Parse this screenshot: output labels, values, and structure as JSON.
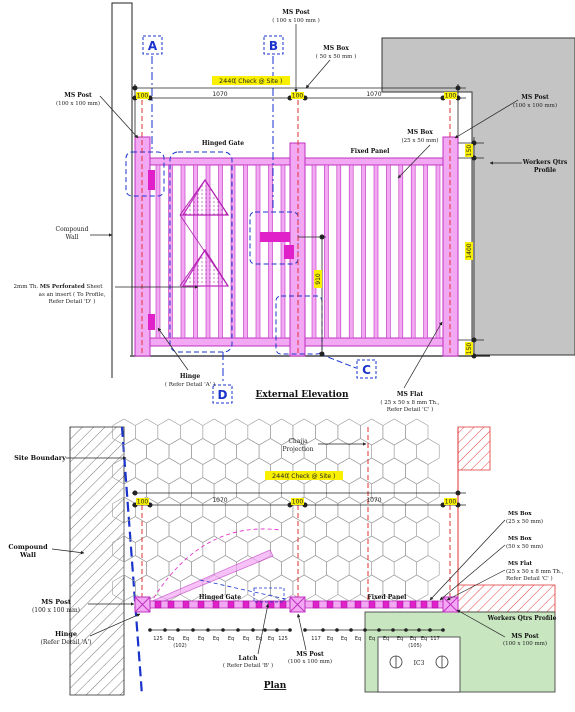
{
  "colors": {
    "pink": "#f08cf0",
    "pink_stroke": "#c030c0",
    "magenta": "#e020c8",
    "blue_dash": "#1a33cc",
    "red": "#e03030",
    "wall_gray": "#bdbdbd",
    "yellow": "#f8f000",
    "green": "#c8e6c0"
  },
  "elevation": {
    "title": "External Elevation",
    "ms_post_top": {
      "name": "MS Post",
      "size": "( 100 x 100 mm )"
    },
    "ms_post_left": {
      "name": "MS Post",
      "size": "(100 x 100 mm)"
    },
    "ms_post_right": {
      "name": "MS Post",
      "size": "(100 x 100 mm)"
    },
    "ms_box_top": {
      "name": "MS Box",
      "size": "( 50 x 50 mm )"
    },
    "ms_box_right": {
      "name": "MS Box",
      "size": "(25 x 50 mm)"
    },
    "overall_dim": "2440",
    "check_site": "( Check @ Site )",
    "dims_top": [
      "100",
      "1070",
      "100",
      "1070",
      "100"
    ],
    "dims_right": [
      "150",
      "1400",
      "150"
    ],
    "dim_latch_height": "910",
    "hinged_gate": "Hinged Gate",
    "fixed_panel": "Fixed Panel",
    "workers_profile_1": "Workers Qtrs",
    "workers_profile_2": "Profile",
    "compound_wall_1": "Compound",
    "compound_wall_2": "Wall",
    "perf_sheet_1a": "2mm Th. ",
    "perf_sheet_1b": "MS Perforated",
    "perf_sheet_1c": " Sheet",
    "perf_sheet_2": "as an insert ( To Profile,",
    "perf_sheet_3": "Refer Detail 'D' )",
    "hinge_1": "Hinge",
    "hinge_2": "( Refer Detail 'A' )",
    "ms_flat_1": "MS Flat",
    "ms_flat_2": "( 25 x 50 x 8 mm Th.,",
    "ms_flat_3": "Refer Detail 'C' )",
    "callouts": [
      "A",
      "B",
      "C",
      "D"
    ]
  },
  "plan": {
    "title": "Plan",
    "site_boundary": "Site Boundary",
    "compound_wall_1": "Compound",
    "compound_wall_2": "Wall",
    "chajja_1": "Chajja",
    "chajja_2": "Projection",
    "overall_dim": "2440",
    "check_site": "( Check @ Site )",
    "dims_top": [
      "100",
      "1070",
      "100",
      "1070",
      "100"
    ],
    "ms_post_left_1": "MS Post",
    "ms_post_left_2": "(100 x 100 mm)",
    "hinge_1": "Hinge",
    "hinge_2": "(Refer Detail 'A')",
    "hinged_gate": "Hinged Gate",
    "fixed_panel": "Fixed Panel",
    "ms_box_1a": "MS Box",
    "ms_box_1b": "(25 x 50 mm)",
    "ms_box_2a": "MS Box",
    "ms_box_2b": "(50 x 50 mm)",
    "ms_flat_1": "MS Flat",
    "ms_flat_2": "(25 x 50 x 8 mm Th.,",
    "ms_flat_3": "Refer Detail 'C' )",
    "workers_profile": "Workers Qtrs Profile",
    "ms_post_right_1": "MS Post",
    "ms_post_right_2": "(100 x 100 mm)",
    "latch_1": "Latch",
    "latch_2": "( Refer Detail 'B' )",
    "ms_post_mid_1": "MS Post",
    "ms_post_mid_2": "(100 x 100 mm)",
    "ic": "IC3",
    "bay_labels_left": [
      "125",
      "Eq",
      "Eq",
      "Eq",
      "Eq",
      "Eq",
      "Eq",
      "Eq",
      "Eq",
      "125"
    ],
    "bay_note_left": "(102)",
    "bay_labels_right": [
      "117",
      "Eq",
      "Eq",
      "Eq",
      "Eq",
      "Eq",
      "Eq",
      "Eq",
      "Eq",
      "117"
    ],
    "bay_note_right": "(105)"
  }
}
